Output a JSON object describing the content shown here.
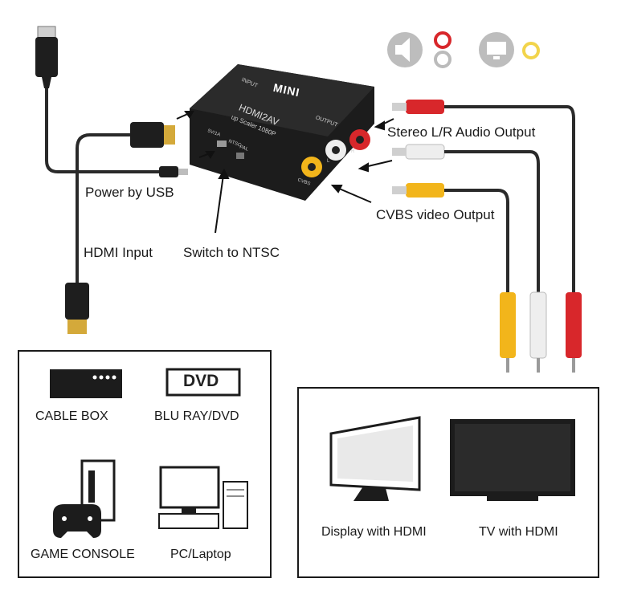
{
  "device": {
    "brand": "MINI",
    "model": "HDMI2AV",
    "subtitle": "up Scaler 1080P",
    "input_port": "INPUT",
    "output_port": "OUTPUT",
    "power_port": "5V/1A",
    "switch_port": "NTSC",
    "pal_port": "PAL",
    "cvbs_port": "CVBS",
    "l_port": "L",
    "r_port": "R"
  },
  "labels": {
    "stereo_output": "Stereo L/R Audio Output",
    "cvbs_output": "CVBS video Output",
    "power": "Power by USB",
    "hdmi_input": "HDMI Input",
    "switch": "Switch to NTSC"
  },
  "sources": {
    "cable_box": "CABLE BOX",
    "dvd_icon_text": "DVD",
    "blu_ray": "BLU RAY/DVD",
    "game_console": "GAME CONSOLE",
    "pc": "PC/Laptop"
  },
  "displays": {
    "display_hdmi": "Display with HDMI",
    "tv_hdmi": "TV with HDMI"
  },
  "icons": [
    "speaker-icon",
    "rca-audio-icon",
    "monitor-icon",
    "rca-video-icon"
  ],
  "colors": {
    "rca_red": "#d8272b",
    "rca_white": "#eeeeee",
    "rca_yellow": "#f2b51b",
    "hdmi_gold": "#d4a93a",
    "cable": "#2a2a2a",
    "device_body": "#1c1c1c"
  }
}
